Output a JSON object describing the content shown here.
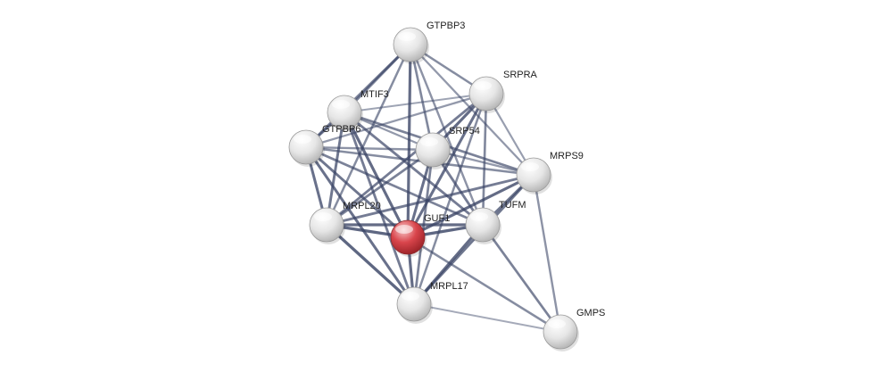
{
  "network": {
    "query_color": "#d9454c",
    "node_color": "#e6e6e6",
    "edge_color": "#3a4566",
    "nodes": [
      {
        "id": "GTPBP3",
        "label": "GTPBP3",
        "query": false
      },
      {
        "id": "SRPRA",
        "label": "SRPRA",
        "query": false
      },
      {
        "id": "MTIF3",
        "label": "MTIF3",
        "query": false
      },
      {
        "id": "GTPBP6",
        "label": "GTPBP6",
        "query": false
      },
      {
        "id": "SRP54",
        "label": "SRP54",
        "query": false
      },
      {
        "id": "MRPS9",
        "label": "MRPS9",
        "query": false
      },
      {
        "id": "MRPL20",
        "label": "MRPL20",
        "query": false
      },
      {
        "id": "GUF1",
        "label": "GUF1",
        "query": true
      },
      {
        "id": "TUFM",
        "label": "TUFM",
        "query": false
      },
      {
        "id": "MRPL17",
        "label": "MRPL17",
        "query": false
      },
      {
        "id": "GMPS",
        "label": "GMPS",
        "query": false
      }
    ],
    "edges": [
      {
        "source": "GUF1",
        "target": "GTPBP3",
        "strength": 0.9
      },
      {
        "source": "GUF1",
        "target": "SRPRA",
        "strength": 0.85
      },
      {
        "source": "GUF1",
        "target": "MTIF3",
        "strength": 0.9
      },
      {
        "source": "GUF1",
        "target": "GTPBP6",
        "strength": 0.8
      },
      {
        "source": "GUF1",
        "target": "SRP54",
        "strength": 0.85
      },
      {
        "source": "GUF1",
        "target": "MRPS9",
        "strength": 0.9
      },
      {
        "source": "GUF1",
        "target": "MRPL20",
        "strength": 0.95
      },
      {
        "source": "GUF1",
        "target": "TUFM",
        "strength": 0.95
      },
      {
        "source": "GUF1",
        "target": "MRPL17",
        "strength": 0.9
      },
      {
        "source": "GUF1",
        "target": "GMPS",
        "strength": 0.6
      },
      {
        "source": "GTPBP3",
        "target": "SRPRA",
        "strength": 0.6
      },
      {
        "source": "GTPBP3",
        "target": "MTIF3",
        "strength": 0.7
      },
      {
        "source": "GTPBP3",
        "target": "GTPBP6",
        "strength": 0.75
      },
      {
        "source": "GTPBP3",
        "target": "SRP54",
        "strength": 0.65
      },
      {
        "source": "GTPBP3",
        "target": "MRPS9",
        "strength": 0.5
      },
      {
        "source": "GTPBP3",
        "target": "MRPL20",
        "strength": 0.6
      },
      {
        "source": "GTPBP3",
        "target": "TUFM",
        "strength": 0.55
      },
      {
        "source": "SRPRA",
        "target": "MTIF3",
        "strength": 0.4
      },
      {
        "source": "SRPRA",
        "target": "GTPBP6",
        "strength": 0.5
      },
      {
        "source": "SRPRA",
        "target": "SRP54",
        "strength": 0.9
      },
      {
        "source": "SRPRA",
        "target": "MRPS9",
        "strength": 0.45
      },
      {
        "source": "SRPRA",
        "target": "MRPL20",
        "strength": 0.75
      },
      {
        "source": "SRPRA",
        "target": "TUFM",
        "strength": 0.65
      },
      {
        "source": "SRPRA",
        "target": "MRPL17",
        "strength": 0.6
      },
      {
        "source": "MTIF3",
        "target": "GTPBP6",
        "strength": 0.7
      },
      {
        "source": "MTIF3",
        "target": "SRP54",
        "strength": 0.5
      },
      {
        "source": "MTIF3",
        "target": "MRPS9",
        "strength": 0.7
      },
      {
        "source": "MTIF3",
        "target": "MRPL20",
        "strength": 0.8
      },
      {
        "source": "MTIF3",
        "target": "TUFM",
        "strength": 0.75
      },
      {
        "source": "MTIF3",
        "target": "MRPL17",
        "strength": 0.75
      },
      {
        "source": "GTPBP6",
        "target": "SRP54",
        "strength": 0.55
      },
      {
        "source": "GTPBP6",
        "target": "MRPS9",
        "strength": 0.6
      },
      {
        "source": "GTPBP6",
        "target": "MRPL20",
        "strength": 0.85
      },
      {
        "source": "GTPBP6",
        "target": "TUFM",
        "strength": 0.7
      },
      {
        "source": "GTPBP6",
        "target": "MRPL17",
        "strength": 0.85
      },
      {
        "source": "SRP54",
        "target": "MRPS9",
        "strength": 0.5
      },
      {
        "source": "SRP54",
        "target": "MRPL20",
        "strength": 0.7
      },
      {
        "source": "SRP54",
        "target": "TUFM",
        "strength": 0.75
      },
      {
        "source": "SRP54",
        "target": "MRPL17",
        "strength": 0.7
      },
      {
        "source": "MRPS9",
        "target": "MRPL20",
        "strength": 0.75
      },
      {
        "source": "MRPS9",
        "target": "TUFM",
        "strength": 0.8
      },
      {
        "source": "MRPS9",
        "target": "MRPL17",
        "strength": 0.8
      },
      {
        "source": "MRPS9",
        "target": "GMPS",
        "strength": 0.55
      },
      {
        "source": "MRPL20",
        "target": "TUFM",
        "strength": 0.9
      },
      {
        "source": "MRPL20",
        "target": "MRPL17",
        "strength": 0.95
      },
      {
        "source": "TUFM",
        "target": "MRPL17",
        "strength": 0.9
      },
      {
        "source": "TUFM",
        "target": "GMPS",
        "strength": 0.7
      },
      {
        "source": "MRPL17",
        "target": "GMPS",
        "strength": 0.35
      }
    ]
  }
}
